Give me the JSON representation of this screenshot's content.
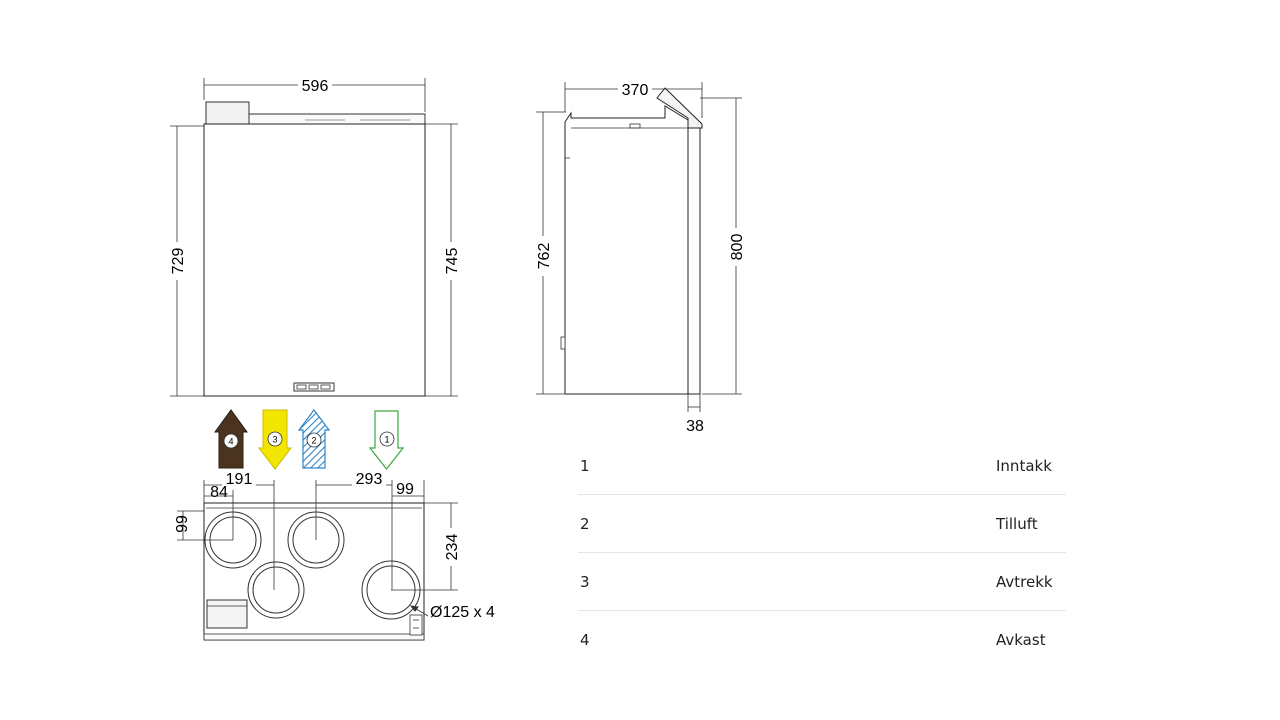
{
  "dimensions": {
    "front_width": "596",
    "front_height_left": "729",
    "front_height_right": "745",
    "side_width": "370",
    "side_height_left": "762",
    "side_height_right": "800",
    "side_foot": "38",
    "top_191": "191",
    "top_84": "84",
    "top_293": "293",
    "top_99_right": "99",
    "top_99_left": "99",
    "top_234": "234",
    "duct": "Ø125 x 4"
  },
  "arrows": [
    {
      "number": "4",
      "color": "#4a3420"
    },
    {
      "number": "3",
      "color": "#f2e600"
    },
    {
      "number": "2",
      "color": "#2f86c7"
    },
    {
      "number": "1",
      "color": "#3aa843"
    }
  ],
  "legend": [
    {
      "number": "1",
      "label": "Inntakk"
    },
    {
      "number": "2",
      "label": "Tilluft"
    },
    {
      "number": "3",
      "label": "Avtrekk"
    },
    {
      "number": "4",
      "label": "Avkast"
    }
  ]
}
